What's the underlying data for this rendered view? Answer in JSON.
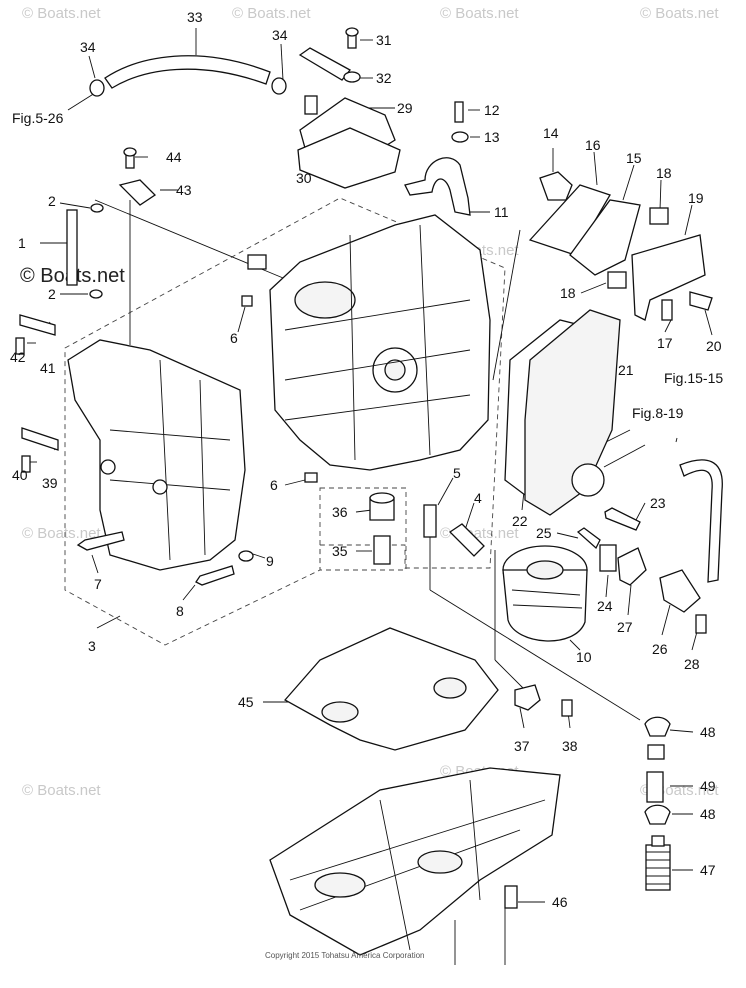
{
  "watermarks": {
    "small": "© Boats.net",
    "large": "© Boats.net"
  },
  "copyright": "Copyright 2015 Tohatsu America Corporation",
  "references": {
    "fig5": "Fig.5-26",
    "fig8": "Fig.8-19",
    "fig15": "Fig.15-15"
  },
  "callouts": [
    "1",
    "2",
    "2",
    "3",
    "4",
    "5",
    "6",
    "6",
    "7",
    "8",
    "9",
    "10",
    "11",
    "12",
    "13",
    "14",
    "15",
    "16",
    "17",
    "18",
    "18",
    "19",
    "20",
    "21",
    "22",
    "23",
    "24",
    "25",
    "26",
    "27",
    "28",
    "29",
    "30",
    "31",
    "32",
    "33",
    "34",
    "34",
    "35",
    "36",
    "37",
    "38",
    "39",
    "40",
    "41",
    "42",
    "43",
    "44",
    "45",
    "46",
    "47",
    "48",
    "48",
    "49"
  ]
}
